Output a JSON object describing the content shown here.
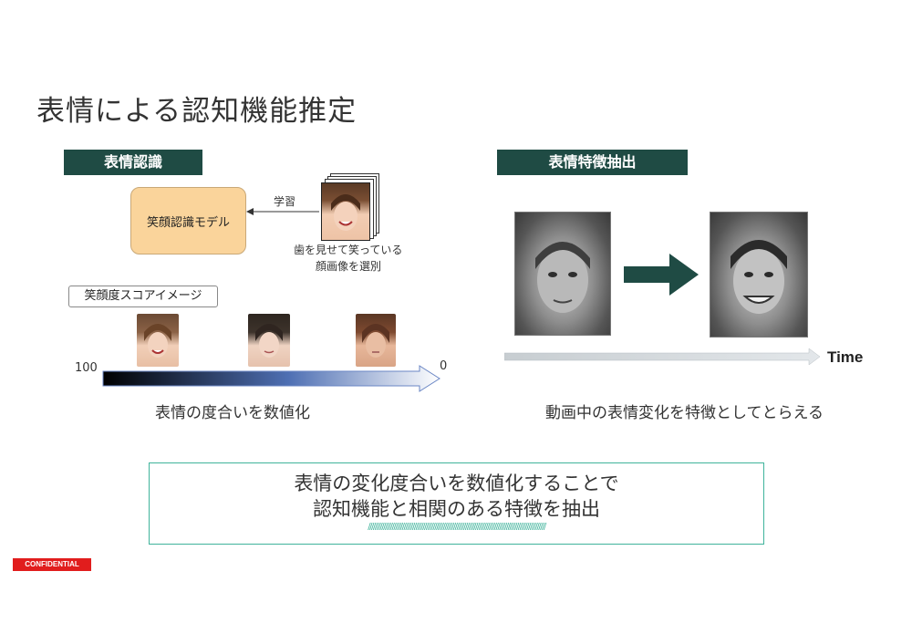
{
  "title": "表情による認知機能推定",
  "left_section": {
    "header": "表情認識",
    "model_label": "笑顔認識モデル",
    "learn_label": "学習",
    "select_line1": "歯を見せて笑っている",
    "select_line2": "顔画像を選別",
    "score_image_label": "笑顔度スコアイメージ",
    "scale_max": "100",
    "scale_min": "0",
    "caption": "表情の度合いを数値化"
  },
  "right_section": {
    "header": "表情特徴抽出",
    "time_label": "Time",
    "caption": "動画中の表情変化を特徴としてとらえる"
  },
  "summary": {
    "line1": "表情の変化度合いを数値化することで",
    "line2": "認知機能と相関のある特徴を抽出",
    "underline": "////////////////////////////////////////////////////////////////////////////////////////////////////////"
  },
  "footer": {
    "confidential": "CONFIDENTIAL"
  },
  "colors": {
    "header_bg": "#1f4b44",
    "model_box": "#fad49b",
    "summary_border": "#3fb39b",
    "confidential_bg": "#e11d1d"
  }
}
